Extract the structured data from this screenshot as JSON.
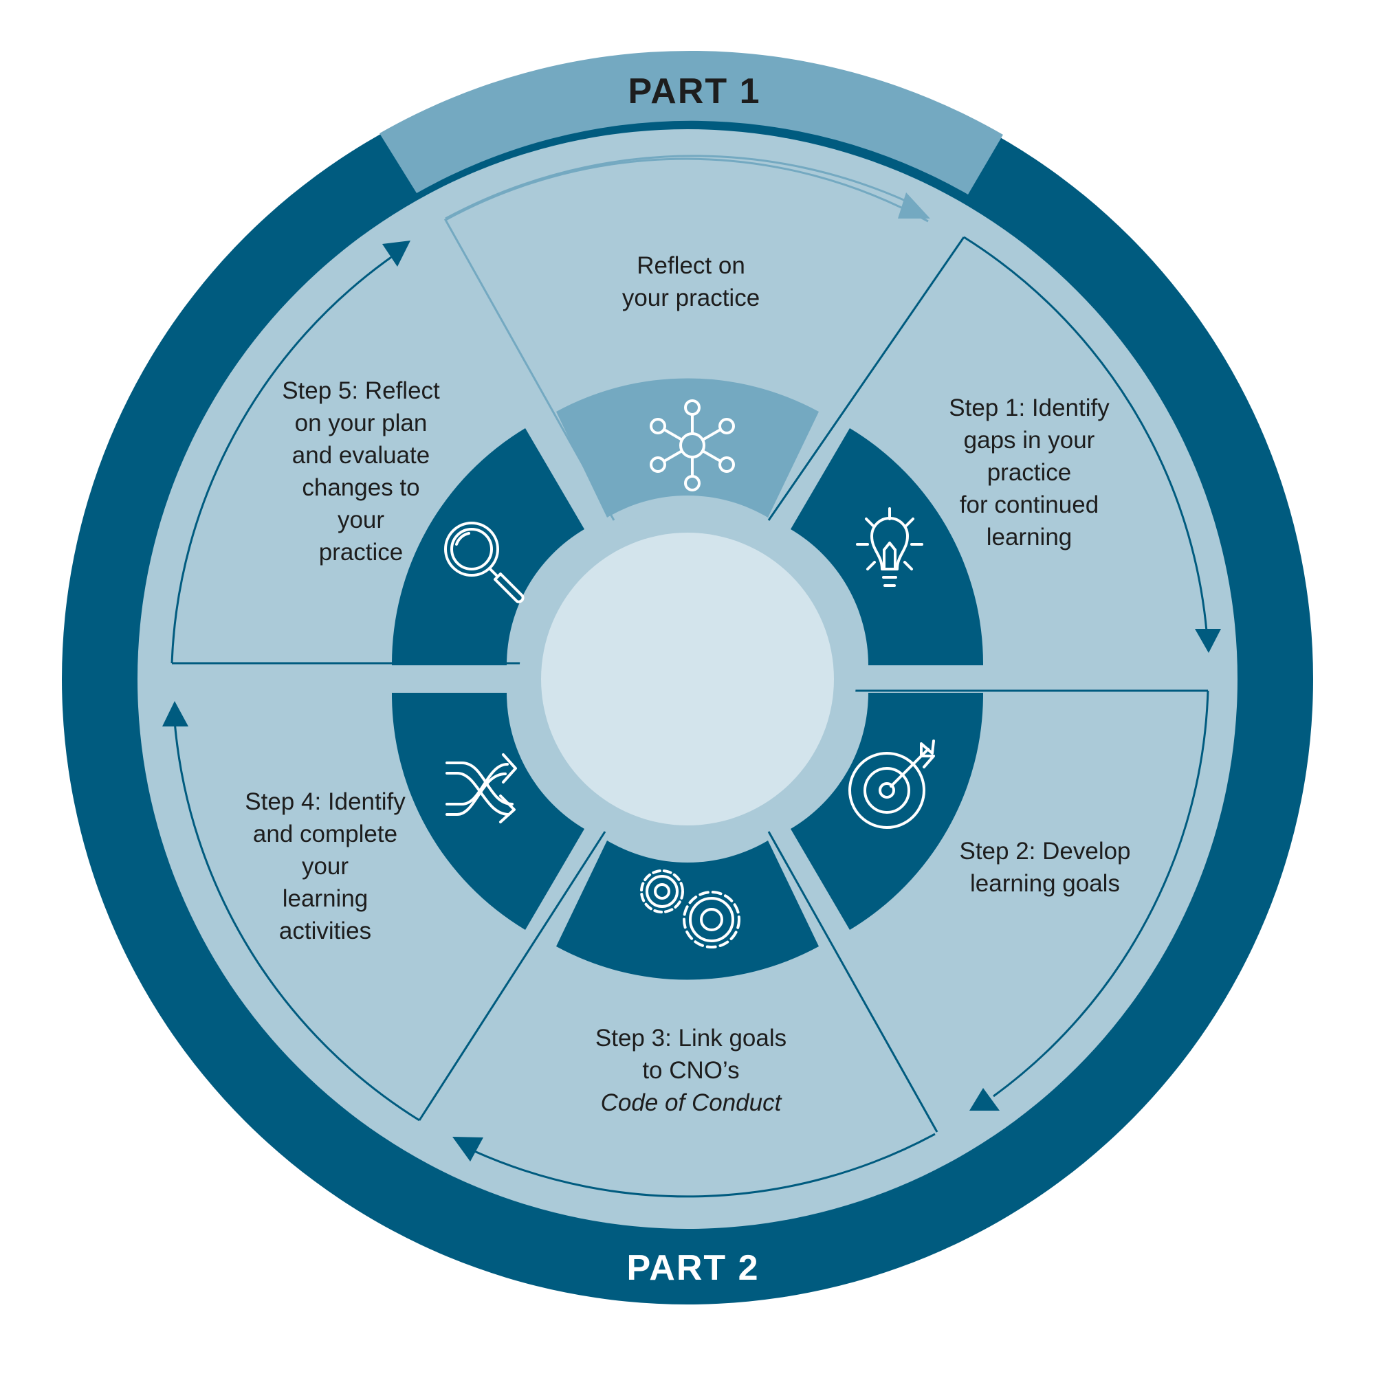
{
  "parts": {
    "part1": "PART 1",
    "part2": "PART 2"
  },
  "reflect": [
    "Reflect on",
    "your practice"
  ],
  "steps": [
    {
      "lines": [
        "Step 1: Identify",
        "gaps in your",
        "practice",
        "for continued",
        "learning"
      ],
      "icon": "lightbulb-icon"
    },
    {
      "lines": [
        "Step 2: Develop",
        "learning goals"
      ],
      "icon": "target-icon"
    },
    {
      "lines": [
        "Step 3: Link goals",
        "to CNO’s"
      ],
      "italic_line": "Code of Conduct",
      "icon": "gears-icon"
    },
    {
      "lines": [
        "Step 4: Identify",
        "and complete",
        "your",
        "learning",
        "activities"
      ],
      "icon": "shuffle-arrows-icon"
    },
    {
      "lines": [
        "Step 5: Reflect",
        "on your plan",
        "and evaluate",
        "changes to",
        "your",
        "practice"
      ],
      "icon": "magnifier-icon"
    }
  ],
  "reflect_icon": "network-hub-icon",
  "colors": {
    "dark_teal": "#005b7f",
    "mid_teal": "#74a9c1",
    "light_blue": "#abcad8",
    "center": "#d3e4ec"
  }
}
